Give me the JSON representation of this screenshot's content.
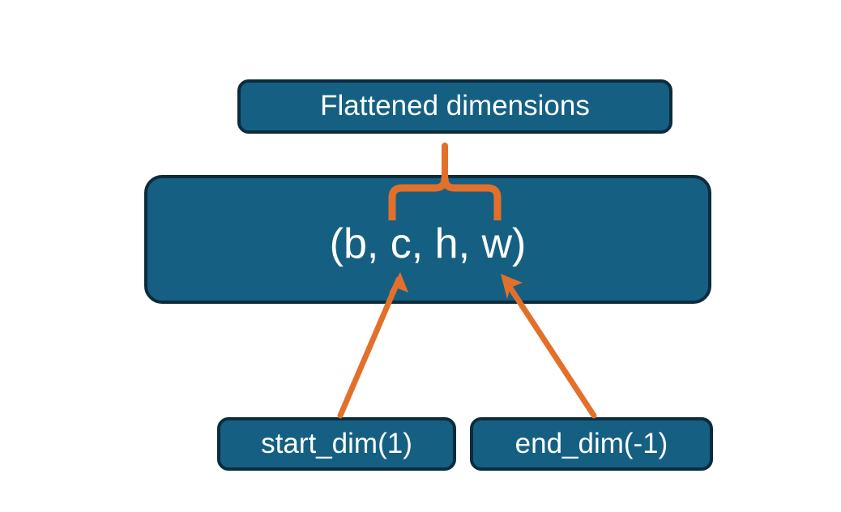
{
  "diagram": {
    "title_node": {
      "label": "Flattened dimensions",
      "name": "flattened-dimensions-box"
    },
    "shape_node": {
      "label": "(b, c, h, w)",
      "name": "tensor-shape-box",
      "dims": [
        "b",
        "c",
        "h",
        "w"
      ]
    },
    "start_node": {
      "label": "start_dim(1)",
      "name": "start-dim-box",
      "value": 1
    },
    "end_node": {
      "label": "end_dim(-1)",
      "name": "end-dim-box",
      "value": -1
    },
    "connectors": [
      {
        "name": "brace-flattened-span",
        "type": "curly-brace",
        "from": "flattened-dimensions-box",
        "to": "tensor-shape-box",
        "spans_dims": [
          "c",
          "h",
          "w"
        ]
      },
      {
        "name": "arrow-start-dim",
        "type": "arrow",
        "from": "start-dim-box",
        "to": "tensor-shape-dim-c"
      },
      {
        "name": "arrow-end-dim",
        "type": "arrow",
        "from": "end-dim-box",
        "to": "tensor-shape-dim-w"
      }
    ],
    "colors": {
      "node_fill": "#156082",
      "node_border": "#0d2b3e",
      "node_text": "#ffffff",
      "accent": "#e3702a",
      "background": "#ffffff"
    }
  }
}
